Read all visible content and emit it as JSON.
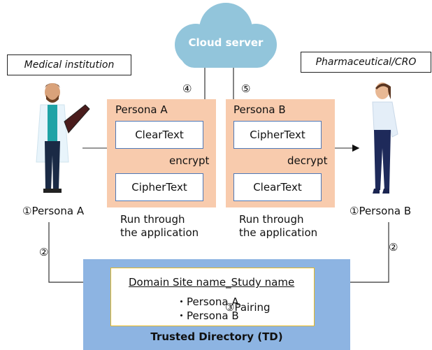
{
  "cloud": {
    "label": "Cloud server",
    "color": "#92c5db"
  },
  "orgs": {
    "left": "Medical institution",
    "right": "Pharmaceutical/CRO"
  },
  "personas": {
    "left_label": "①Persona A",
    "right_label": "①Persona B"
  },
  "persona_a_box": {
    "title": "Persona A",
    "top_box": "ClearText",
    "operation": "encrypt",
    "bottom_box": "CipherText",
    "caption_line1": "Run through",
    "caption_line2": "the application"
  },
  "persona_b_box": {
    "title": "Persona B",
    "top_box": "CipherText",
    "operation": "decrypt",
    "bottom_box": "ClearText",
    "caption_line1": "Run through",
    "caption_line2": "the application"
  },
  "steps": {
    "upload": "④",
    "download": "⑤",
    "register_left": "②",
    "register_right": "②"
  },
  "trusted_directory": {
    "title": "Trusted Directory (TD)",
    "domain": "Domain Site name_Study name",
    "members": [
      "・Persona A",
      "・Persona B"
    ],
    "pairing": "③Pairing"
  },
  "colors": {
    "persona_box": "#f8cbad",
    "text_box_border": "#4f79b8",
    "td_outer": "#8db4e2",
    "td_inner_border": "#e6b820"
  }
}
